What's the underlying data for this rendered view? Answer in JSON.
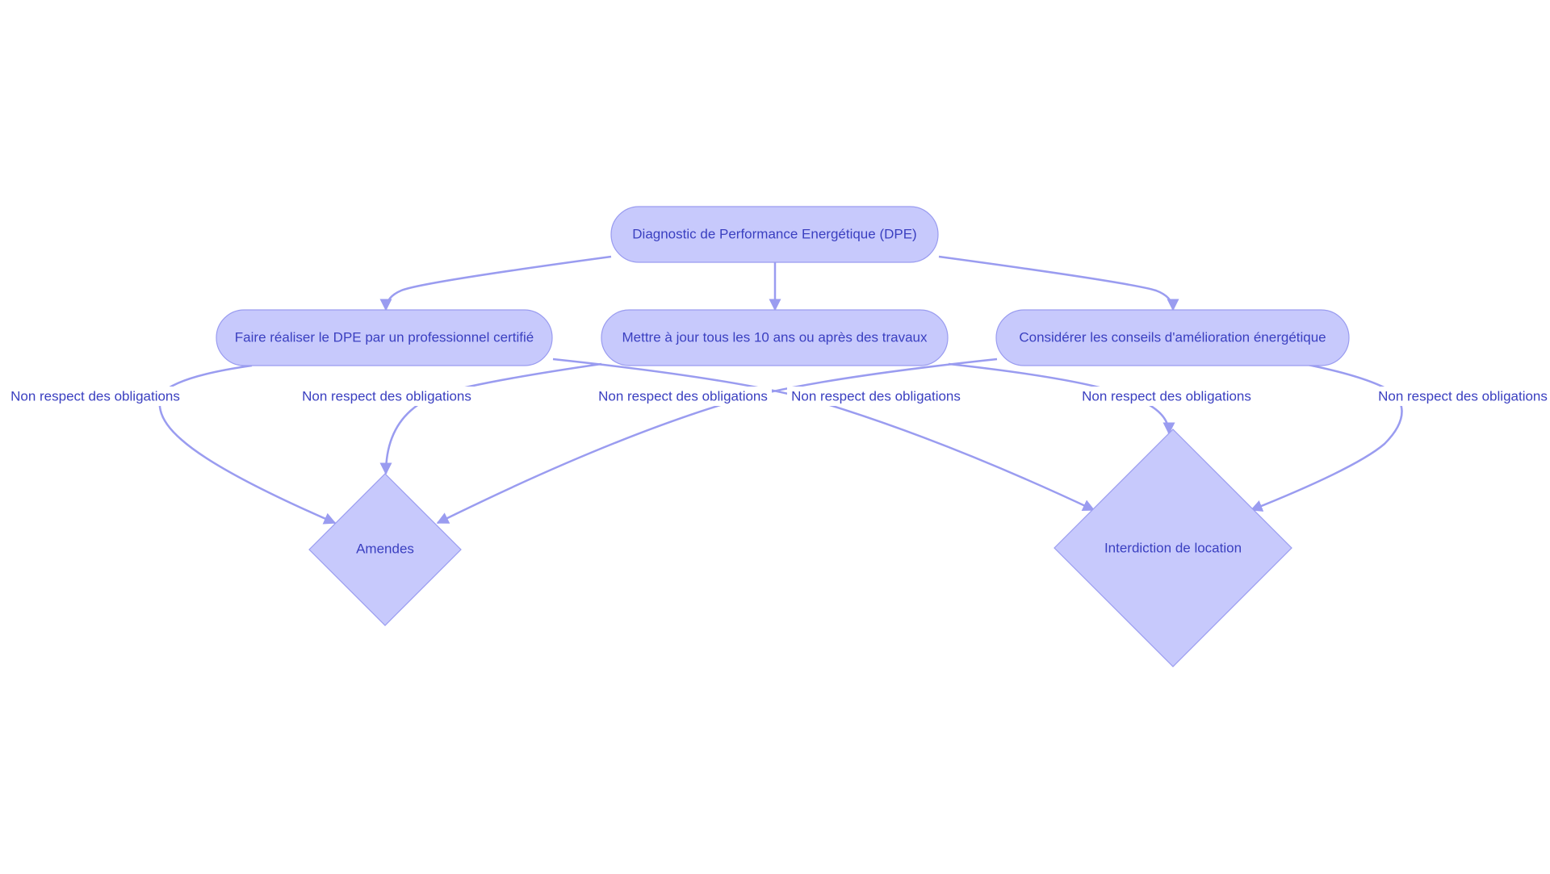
{
  "colors": {
    "node_fill": "#c7c9fc",
    "node_stroke": "#9a9cf0",
    "edge": "#9a9cf0",
    "text": "#3a3fc0",
    "background": "#ffffff"
  },
  "nodes": {
    "dpe": "Diagnostic de Performance Energétique (DPE)",
    "certified": "Faire réaliser le DPE par un professionnel certifié",
    "update": "Mettre à jour tous les 10 ans ou après des travaux",
    "advice": "Considérer les conseils d'amélioration énergétique",
    "fines": "Amendes",
    "ban": "Interdiction de location"
  },
  "edges": [
    {
      "from": "dpe",
      "to": "certified",
      "label": ""
    },
    {
      "from": "dpe",
      "to": "update",
      "label": ""
    },
    {
      "from": "dpe",
      "to": "advice",
      "label": ""
    },
    {
      "from": "certified",
      "to": "fines",
      "label": "Non respect des obligations"
    },
    {
      "from": "certified",
      "to": "ban",
      "label": "Non respect des obligations"
    },
    {
      "from": "update",
      "to": "fines",
      "label": "Non respect des obligations"
    },
    {
      "from": "update",
      "to": "ban",
      "label": "Non respect des obligations"
    },
    {
      "from": "advice",
      "to": "fines",
      "label": "Non respect des obligations"
    },
    {
      "from": "advice",
      "to": "ban",
      "label": "Non respect des obligations"
    }
  ]
}
